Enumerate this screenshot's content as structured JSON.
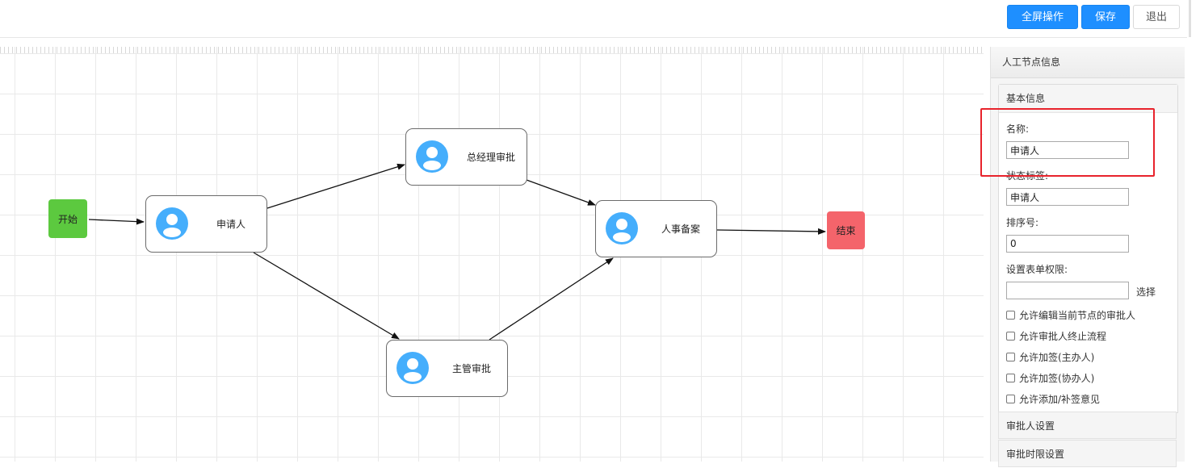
{
  "toolbar": {
    "fullscreen_label": "全屏操作",
    "save_label": "保存",
    "exit_label": "退出"
  },
  "flow": {
    "nodes": [
      {
        "id": "start",
        "label": "开始",
        "color": "#5cc93f"
      },
      {
        "id": "applicant",
        "label": "申请人"
      },
      {
        "id": "gm",
        "label": "总经理审批"
      },
      {
        "id": "supervisor",
        "label": "主管审批"
      },
      {
        "id": "hr",
        "label": "人事备案"
      },
      {
        "id": "end",
        "label": "结束",
        "color": "#f4646b"
      }
    ],
    "edges": [
      {
        "from": "start",
        "to": "applicant"
      },
      {
        "from": "applicant",
        "to": "gm"
      },
      {
        "from": "applicant",
        "to": "supervisor"
      },
      {
        "from": "gm",
        "to": "hr"
      },
      {
        "from": "supervisor",
        "to": "hr"
      },
      {
        "from": "hr",
        "to": "end"
      }
    ],
    "avatar_color": "#45aefc"
  },
  "panel": {
    "title": "人工节点信息",
    "basic_info": {
      "title": "基本信息",
      "name_label": "名称:",
      "name_value": "申请人",
      "status_label": "状态标签:",
      "status_value": "申请人",
      "order_label": "排序号:",
      "order_value": "0",
      "form_perm_label": "设置表单权限:",
      "form_perm_value": "",
      "select_label": "选择",
      "checkboxes": [
        "允许编辑当前节点的审批人",
        "允许审批人终止流程",
        "允许加签(主办人)",
        "允许加签(协办人)",
        "允许添加/补签意见"
      ]
    },
    "approver_settings": "审批人设置",
    "time_limit_settings": "审批时限设置"
  },
  "accent_colors": {
    "primary_button": "#1e8fff",
    "highlight": "#e8232c"
  }
}
